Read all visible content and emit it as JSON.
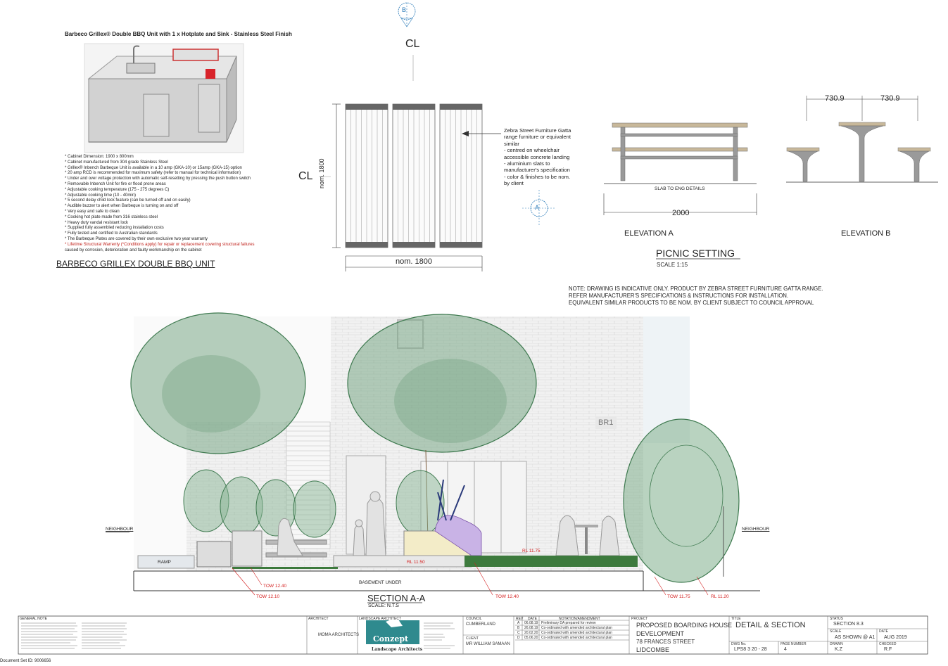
{
  "bbq": {
    "title": "Barbeco Grillex® Double BBQ Unit with 1 x Hotplate and Sink - Stainless Steel Finish",
    "specs": [
      "* Cabinet Dimension: 1900 x 800mm",
      "* Cabinet manufactured from 304 grade Stainless Steel",
      "* Grillex® Inbench Barbeque Unit is available in a 10 amp (GKA-10) or 15amp (GKA-15) option",
      "* 20 amp RCD is recommended for maximum safety (refer to manual for technical information)",
      "* Under and over voltage protection with automatic self-resetting  by pressing the push button switch",
      "* Removable Inbench Unit for fire or flood prone areas",
      "* Adjustable cooking temperature (175 - 275 degrees C)",
      "* Adjustable cooking time (10 - 40min)",
      "* 5 second delay child lock feature (can be turned off and on easily)",
      "* Audible buzzer to alert when Barbeque is turning on and off",
      "* Very easy and safe to clean",
      "* Cooking hot plate made from 316 stainless steel",
      "* Heavy duty vandal resistant lock",
      "* Supplied fully assembled reducing installation costs",
      "* Fully tested and certified to Australian standards",
      "* The Barbeque Plates are covered by their own exclusive two year warranty",
      "* Lifetime Structural Warrenty (*Conditions apply) for repair or replacement covering structural failures",
      "  caused by corrosion, deterioration and faulty workmanship on the cabinet"
    ],
    "heading": "BARBECO GRILLEX DOUBLE BBQ UNIT"
  },
  "plan": {
    "marker_b": "B",
    "marker_a": "A",
    "cl_top": "CL",
    "cl_left": "CL",
    "dim_vertical": "nom. 1800",
    "dim_horizontal": "nom. 1800",
    "callout": [
      "Zebra Street Furniture Gatta",
      "range furniture or equivalent",
      "similar",
      "- centred on wheelchair",
      "accessible concrete landing",
      "- aluminium slats to",
      "manufacturer's specification",
      "- color & finishes to be nom.",
      "by client"
    ]
  },
  "elevations": {
    "slab_note": "SLAB TO ENG DETAILS",
    "dim_a": "2000",
    "dim_b1": "730.9",
    "dim_b2": "730.9",
    "label_a": "ELEVATION A",
    "label_b": "ELEVATION B",
    "heading": "PICNIC SETTING",
    "scale": "SCALE 1:15",
    "note": [
      "NOTE: DRAWING IS INDICATIVE ONLY. PRODUCT BY ZEBRA STREET FURNITURE GATTA RANGE.",
      "REFER MANUFACTURER'S SPECIFICATIONS & INSTRUCTIONS FOR INSTALLATION.",
      "EQUIVALENT SIMILAR PRODUCTS TO BE NOM. BY CLIENT SUBJECT TO COUNCIL APPROVAL"
    ]
  },
  "section": {
    "br1": "BR1",
    "neighbour_left": "NEIGHBOUR",
    "neighbour_right": "NEIGHBOUR",
    "ramp": "RAMP",
    "rl_1150": "RL 11.50",
    "rl_1175": "RL 11.75",
    "basement": "BASEMENT UNDER",
    "tow_1240a": "TOW 12.40",
    "tow_1210": "TOW 12.10",
    "tow_1240b": "TOW 12.40",
    "tow_1175": "TOW 11.75",
    "rl_1120": "RL 11.20",
    "heading": "SECTION A-A",
    "scale": "SCALE: N.T.S"
  },
  "title_block": {
    "general_notes_label": "GENERAL NOTE",
    "architect_label": "ARCHITECT",
    "architect": "MOMA ARCHITECTS",
    "landscape_label": "LANDSCAPE ARCHITECT",
    "logo_name": "Conzept",
    "logo_sub": "Landscape Architects",
    "council_label": "COUNCIL",
    "council": "CUMBERLAND",
    "client_label": "CLIENT",
    "client": "MR WILLIAM SAMAAN",
    "rev_header": [
      "REV",
      "DATE",
      "NOTATION/AMENDMENT"
    ],
    "revisions": [
      [
        "A",
        "06.08.19",
        "Preliminary DA prepared for review"
      ],
      [
        "B",
        "26.08.19",
        "Co-ordinated with amended architectural plan"
      ],
      [
        "C",
        "20.02.20",
        "Co-ordinated with amended architectural plan"
      ],
      [
        "D",
        "05.06.20",
        "Co-ordinated with amended architectural plan"
      ]
    ],
    "project_label": "PROJECT",
    "project_lines": [
      "PROPOSED BOARDING HOUSE",
      "DEVELOPMENT",
      "78 FRANCES  STREET",
      "LIDCOMBE"
    ],
    "title_label": "TITLE",
    "title": "DETAIL & SECTION",
    "status_label": "STATUS",
    "status": "SECTION 8.3",
    "scale_label": "SCALE",
    "scale": "AS SHOWN @ A1",
    "date_label": "DATE",
    "date": "AUG 2019",
    "dwg_label": "DWG No.",
    "dwg": "LPS8 3 20 - 28",
    "page_label": "PAGE NUMBER",
    "page": "4",
    "drawn_label": "DRAWN",
    "drawn": "K.Z",
    "checked_label": "CHECKED",
    "checked": "R.F"
  },
  "footer": "Document Set ID: 9006656"
}
